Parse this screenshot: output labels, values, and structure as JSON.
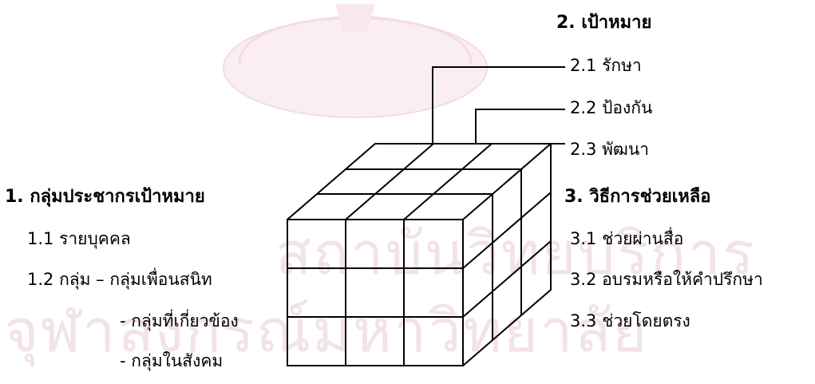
{
  "watermark": {
    "line1": "สถาบันวิทยบริการ",
    "line2": "จุฬาลงกรณ์มหาวิทยาลัย"
  },
  "goal": {
    "title": "2. เป้าหมาย",
    "items": [
      "2.1 รักษา",
      "2.2 ป้องกัน",
      "2.3 พัฒนา"
    ]
  },
  "target_group": {
    "title": "1. กลุ่มประชากรเป้าหมาย",
    "items": [
      "1.1 รายบุคคล",
      "1.2 กลุ่ม – กลุ่มเพื่อนสนิท",
      "- กลุ่มที่เกี่ยวข้อง",
      "- กลุ่มในสังคม"
    ]
  },
  "methods": {
    "title": "3. วิธีการช่วยเหลือ",
    "items": [
      "3.1 ช่วยผ่านสื่อ",
      "3.2 อบรมหรือให้คำปรึกษา",
      "3.3 ช่วยโดยตรง"
    ]
  }
}
